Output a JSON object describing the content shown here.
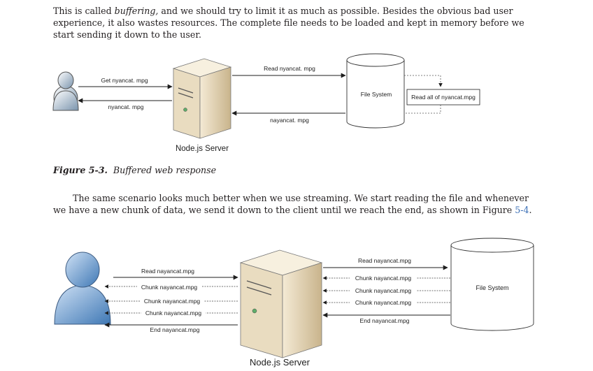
{
  "paragraph1": {
    "before": "This is called ",
    "emphasis": "buffering,",
    "after": " and we should try to limit it as much as possible. Besides the obvious bad user experience, it also wastes resources. The complete file needs to be loaded and kept in memory before we start sending it down to the user."
  },
  "figure1": {
    "get_label": "Get nyancat. mpg",
    "response_label": "nyancat. mpg",
    "read_label": "Read nyancat. mpg",
    "fs_response_label": "nayancat. mpg",
    "filesystem_label": "File System",
    "read_all_label": "Read all of nyancat.mpg",
    "server_label": "Node.js Server"
  },
  "caption": {
    "number": "Figure 5-3.",
    "text": "Buffered web response"
  },
  "paragraph2": {
    "text": "The same scenario looks much better when we use streaming. We start reading the file and whenever we have a new chunk of data, we send it down to the client until we reach the end, as shown in Figure ",
    "link": "5-4",
    "end": "."
  },
  "figure2": {
    "client_labels": [
      "Read nayancat.mpg",
      "Chunk nayancat.mpg",
      "Chunk nayancat.mpg",
      "Chunk nayancat.mpg",
      "End nayancat.mpg"
    ],
    "fs_labels": [
      "Read nayancat.mpg",
      "Chunk nayancat.mpg",
      "Chunk nayancat.mpg",
      "Chunk nayancat.mpg",
      "End nayancat.mpg"
    ],
    "filesystem_label": "File System",
    "server_label": "Node.js Server"
  }
}
